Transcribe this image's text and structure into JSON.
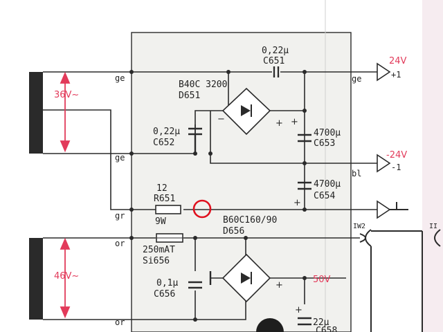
{
  "colors": {
    "paper": "#ffffff",
    "board": "#f1f1ee",
    "ink": "#222222",
    "red_text": "#e23a5a",
    "marker": "#e0101e",
    "transformer": "#2a2a2a",
    "edge_band": "#f0dfe6"
  },
  "wire_labels": {
    "ge_top": "ge",
    "ge_mid": "ge",
    "gr": "gr",
    "or_mid": "or",
    "or_bottom": "or",
    "ge_right": "ge",
    "bl_right": "bl"
  },
  "voltages": {
    "secondary_upper": "36V~",
    "secondary_lower": "46V~",
    "out_pos": "24V",
    "out_neg": "-24V",
    "rail_50": "50V"
  },
  "terminals": {
    "plus_one": "+1",
    "minus_one": "-1",
    "iw2": "IW2",
    "ii": "II"
  },
  "components": {
    "c651_value": "0,22µ",
    "c651_name": "C651",
    "bridge1_type": "B40C 3200",
    "bridge1_name": "D651",
    "c652_value": "0,22µ",
    "c652_name": "C652",
    "c653_value": "4700µ",
    "c653_name": "C653",
    "c654_value": "4700µ",
    "c654_name": "C654",
    "r651_value": "12",
    "r651_name": "R651",
    "r651_power": "9W",
    "fuse_rating": "250mAT",
    "fuse_name": "Si656",
    "bridge2_type": "B60C160/90",
    "bridge2_name": "D656",
    "c656_value": "0,1µ",
    "c656_name": "C656",
    "c658_value": "22µ",
    "c658_name": "C658"
  },
  "icons": [
    "diode-bridge-icon",
    "capacitor-icon",
    "resistor-icon",
    "fuse-icon",
    "ground-icon",
    "terminal-arrow-icon"
  ]
}
